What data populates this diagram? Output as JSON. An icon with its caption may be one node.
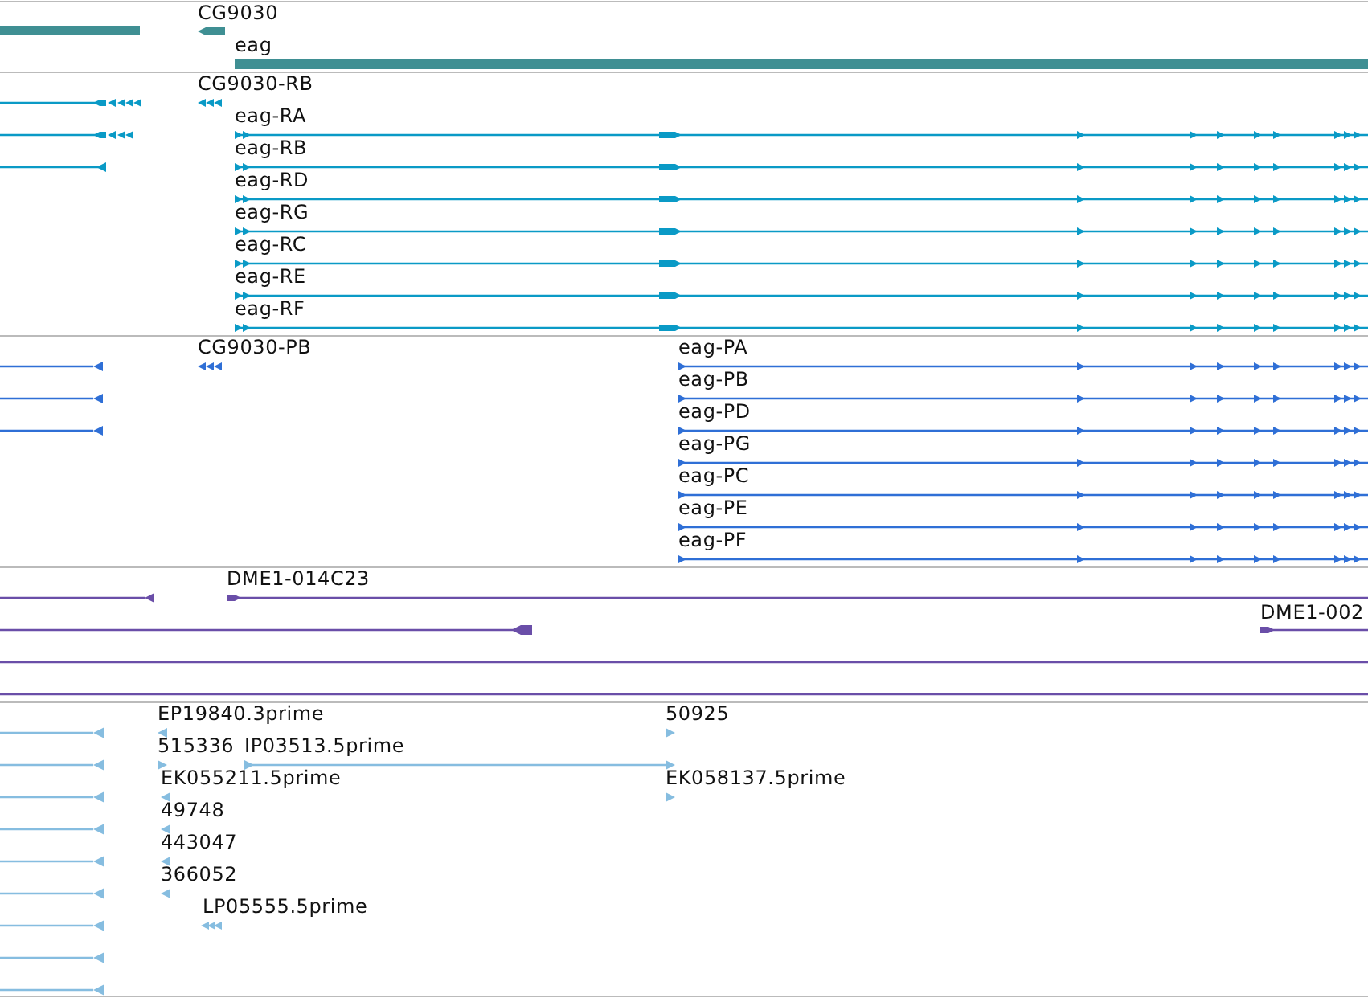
{
  "diagram": {
    "labels": [
      "CG9030",
      "eag",
      "CG9030-RB",
      "eag-RA",
      "eag-RB",
      "eag-RD",
      "eag-RG",
      "eag-RC",
      "eag-RE",
      "eag-RF",
      "CG9030-PB",
      "eag-PA",
      "eag-PB",
      "eag-PD",
      "eag-PG",
      "eag-PC",
      "eag-PE",
      "eag-PF",
      "DME1-014C23",
      "DME1-002",
      "EP19840.3prime",
      "50925",
      "515336",
      "IP03513.5prime",
      "EK055211.5prime",
      "EK058137.5prime",
      "49748",
      "443047",
      "366052",
      "LP05555.5prime"
    ]
  }
}
